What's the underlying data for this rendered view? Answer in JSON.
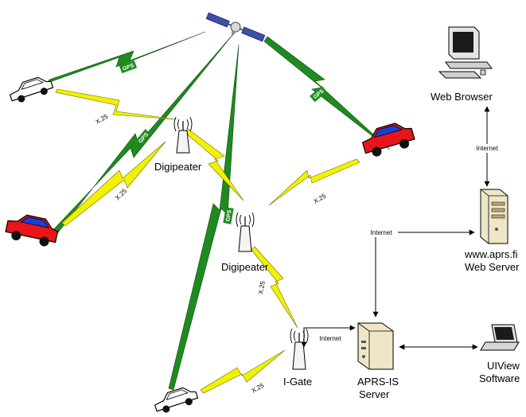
{
  "labels": {
    "web_browser": "Web Browser",
    "digipeater_top": "Digipeater",
    "digipeater_mid": "Digipeater",
    "igate": "I-Gate",
    "aprs_is_line1": "APRS-IS",
    "aprs_is_line2": "Server",
    "aprs_fi_line1": "www.aprs.fi",
    "aprs_fi_line2": "Web Server",
    "uiview_line1": "UIView",
    "uiview_line2": "Software"
  },
  "links": {
    "internet_browser": "Internet",
    "internet_aprsfi": "Internet",
    "internet_igate": "Internet",
    "x25_a": "X.25",
    "x25_b": "X.25",
    "x25_c": "X.25",
    "x25_d": "X.25",
    "x25_e": "X.25"
  },
  "gps_tags": [
    "GPS",
    "GPS",
    "GPS",
    "GPS"
  ],
  "colors": {
    "gps_link": "#1f8a1f",
    "x25_link": "#f2f200",
    "car_red": "#e8151b",
    "car_blue": "#1a3fd6",
    "server_beige": "#efe6c8",
    "arrow": "#000000"
  }
}
